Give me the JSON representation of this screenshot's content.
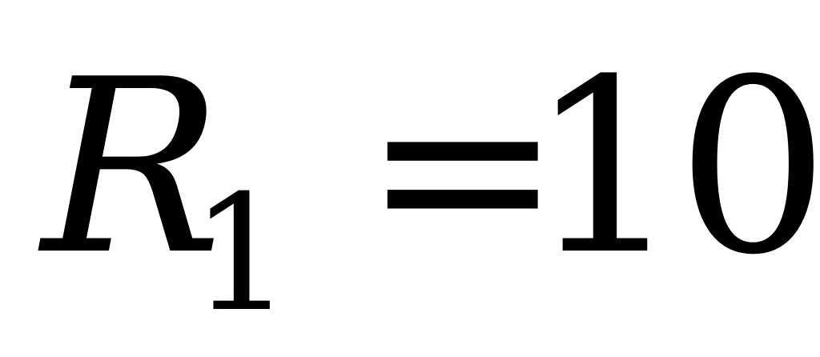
{
  "equation": {
    "variable": "R",
    "subscript": "1",
    "operator": "=",
    "value": "10"
  }
}
